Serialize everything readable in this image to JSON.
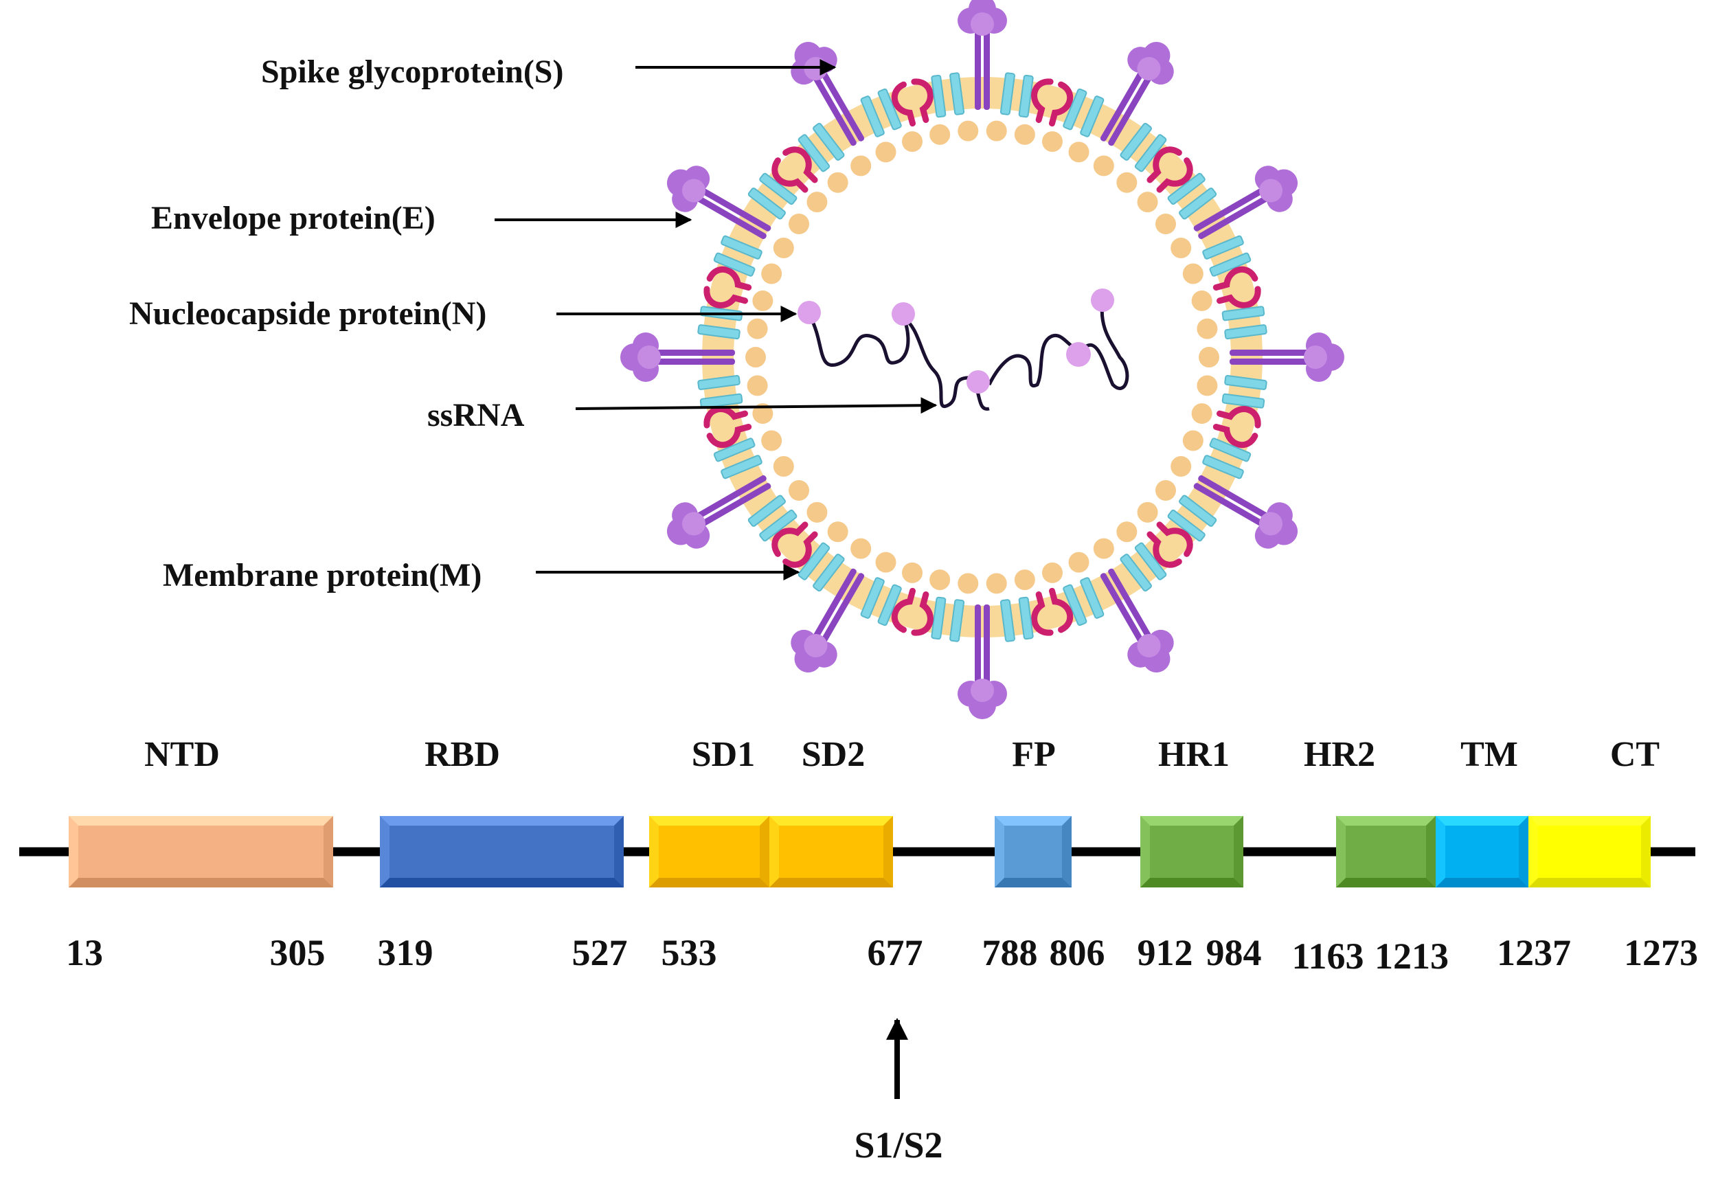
{
  "virion_labels": {
    "spike": "Spike glycoprotein(S)",
    "envelope": "Envelope protein(E)",
    "nucleocapsid": "Nucleocapside protein(N)",
    "ssrna": "ssRNA",
    "membrane": "Membrane protein(M)"
  },
  "domains": [
    {
      "label": "NTD",
      "color": "#f4b183"
    },
    {
      "label": "RBD",
      "color": "#4472c4"
    },
    {
      "label": "SD1",
      "color": "#ffc000"
    },
    {
      "label": "SD2",
      "color": "#ffc000"
    },
    {
      "label": "FP",
      "color": "#5b9bd5"
    },
    {
      "label": "HR1",
      "color": "#70ad47"
    },
    {
      "label": "HR2",
      "color": "#70ad47"
    },
    {
      "label": "TM",
      "color": "#00b0f0"
    },
    {
      "label": "CT",
      "color": "#ffff00"
    }
  ],
  "positions": [
    "13",
    "305",
    "319",
    "527",
    "533",
    "677",
    "788",
    "806",
    "912",
    "984",
    "1163",
    "1213",
    "1237",
    "1273"
  ],
  "cleavage_label": "S1/S2",
  "colors": {
    "spike": "#b06fd8",
    "spike_dark": "#8a44bf",
    "membrane_protein": "#cc1f6e",
    "envelope_protein": "#7fd6e6",
    "lipid_layer": "#f9d99a",
    "lipid_dot": "#f5c98a",
    "rna": "#1a1030",
    "nucleocapsid": "#dda0ea",
    "backbone": "#000000"
  }
}
